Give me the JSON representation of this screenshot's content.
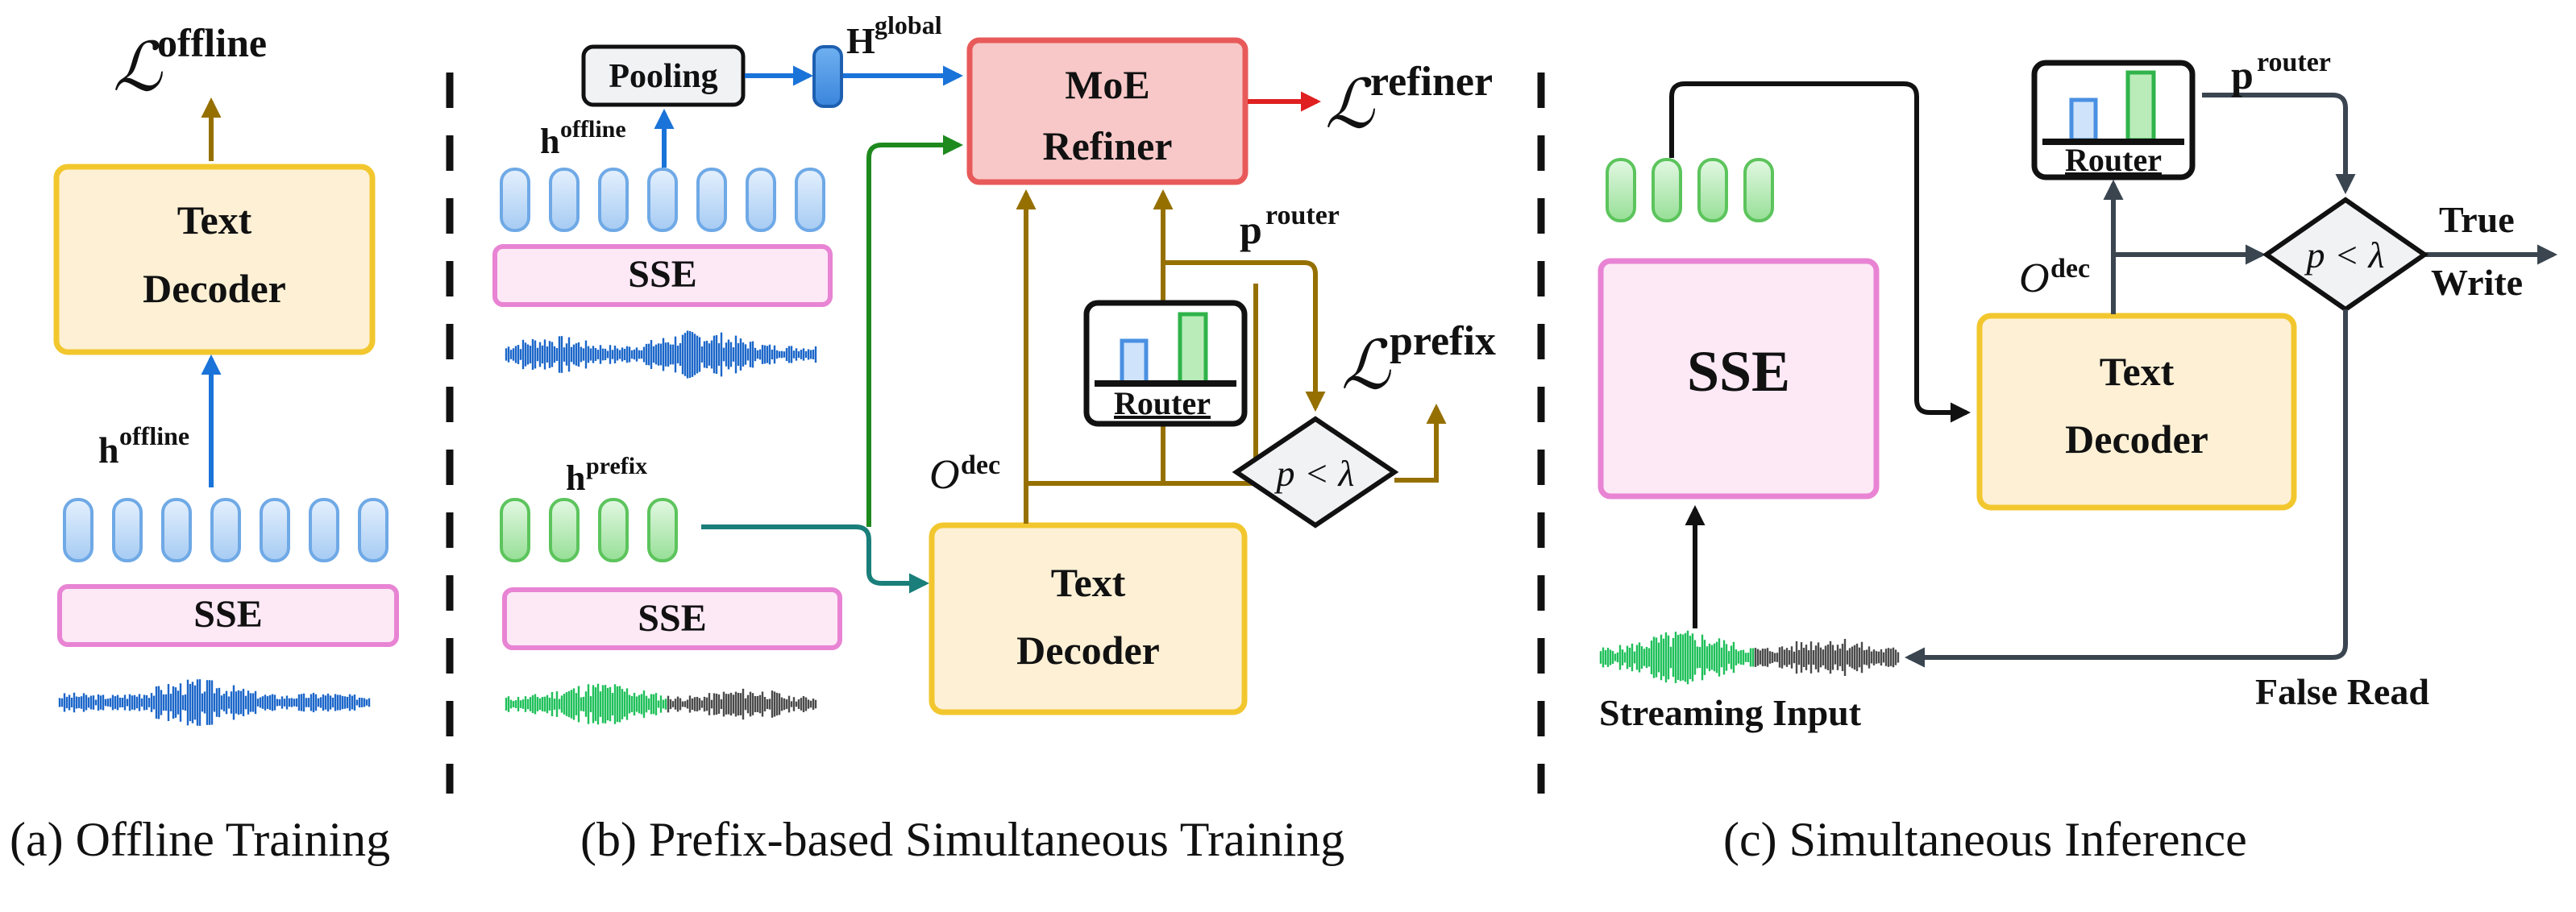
{
  "panel_a": {
    "caption": "(a) Offline Training",
    "loss_symbol": "ℒ",
    "loss_sup": "offline",
    "decoder_line1": "Text",
    "decoder_line2": "Decoder",
    "h_base": "h",
    "h_sup": "offline",
    "encoder": "SSE"
  },
  "panel_b": {
    "caption": "(b) Prefix-based Simultaneous Training",
    "pooling": "Pooling",
    "hglobal_base": "H",
    "hglobal_sup": "global",
    "moe_line1": "MoE",
    "moe_line2": "Refiner",
    "loss_refiner_symbol": "ℒ",
    "loss_refiner_sup": "refiner",
    "hoffline_base": "h",
    "hoffline_sup": "offline",
    "encoder_top": "SSE",
    "p_router_base": "p",
    "p_router_sup": "router",
    "router": "Router",
    "loss_prefix_symbol": "ℒ",
    "loss_prefix_sup": "prefix",
    "hprefix_base": "h",
    "hprefix_sup": "prefix",
    "odec_base": "O",
    "odec_sup": "dec",
    "threshold": "p < λ",
    "encoder_bottom": "SSE",
    "decoder_line1": "Text",
    "decoder_line2": "Decoder"
  },
  "panel_c": {
    "caption": "(c) Simultaneous Inference",
    "router": "Router",
    "p_router_base": "p",
    "p_router_sup": "router",
    "true_label": "True",
    "write_label": "Write",
    "odec_base": "O",
    "odec_sup": "dec",
    "threshold": "p < λ",
    "encoder": "SSE",
    "decoder_line1": "Text",
    "decoder_line2": "Decoder",
    "streaming_input": "Streaming Input",
    "false_read": "False Read"
  },
  "colors": {
    "blue_arrow": "#1a73d9",
    "gold_arrow": "#957000",
    "green_arrow": "#1e8a1e",
    "teal_arrow": "#1a7f7a",
    "red_arrow": "#e02020",
    "dark_arrow": "#3a4550",
    "decoder_fill": "#fdf0d5",
    "decoder_stroke": "#f2c72e",
    "sse_fill": "#fde8f6",
    "sse_stroke": "#e884d3",
    "moe_fill": "#f8c8c8",
    "moe_stroke": "#e85a5a",
    "token_blue": "#a9cdf5",
    "token_green": "#a7e6a7",
    "wave_blue": "#1b66c9",
    "wave_green": "#1fc05a",
    "wave_gray": "#4a4a4a"
  }
}
